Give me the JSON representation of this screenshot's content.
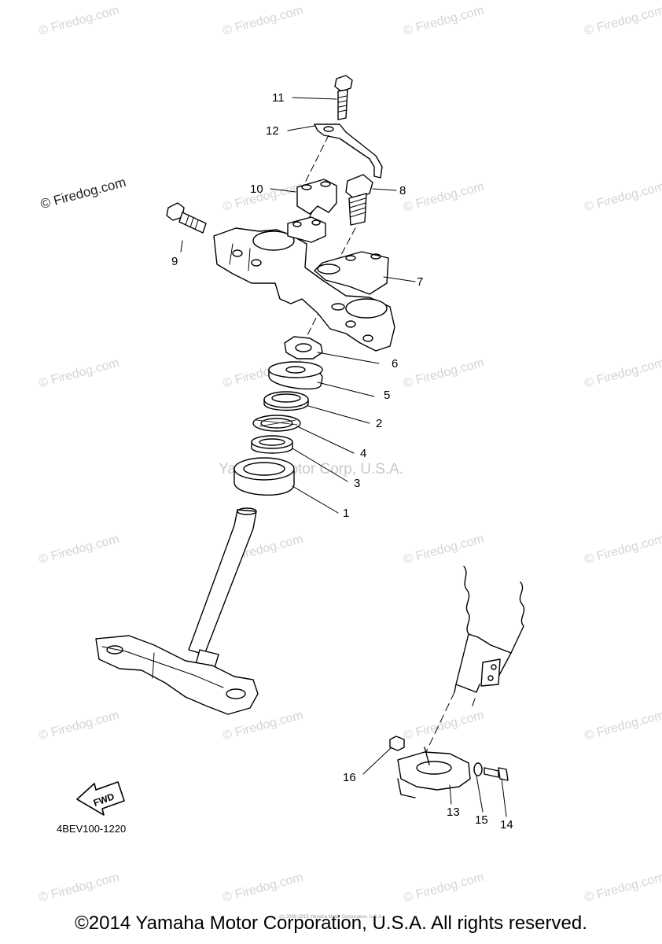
{
  "watermark": {
    "text": "© Firedog.com",
    "dark_text": "© Firedog.com",
    "mid_text": "Yamaha Motor Corp, U.S.A."
  },
  "callouts": [
    "1",
    "2",
    "3",
    "4",
    "5",
    "6",
    "7",
    "8",
    "9",
    "10",
    "11",
    "12",
    "13",
    "14",
    "15",
    "16"
  ],
  "fwd_label": "FWD",
  "diagram_code": "4BEV100-1220",
  "copyright": "©2014 Yamaha Motor Corporation, U.S.A. All rights reserved.",
  "tiny_text": "(c) 2009-2015 Yamaha Motor Corporation, U.S.A."
}
